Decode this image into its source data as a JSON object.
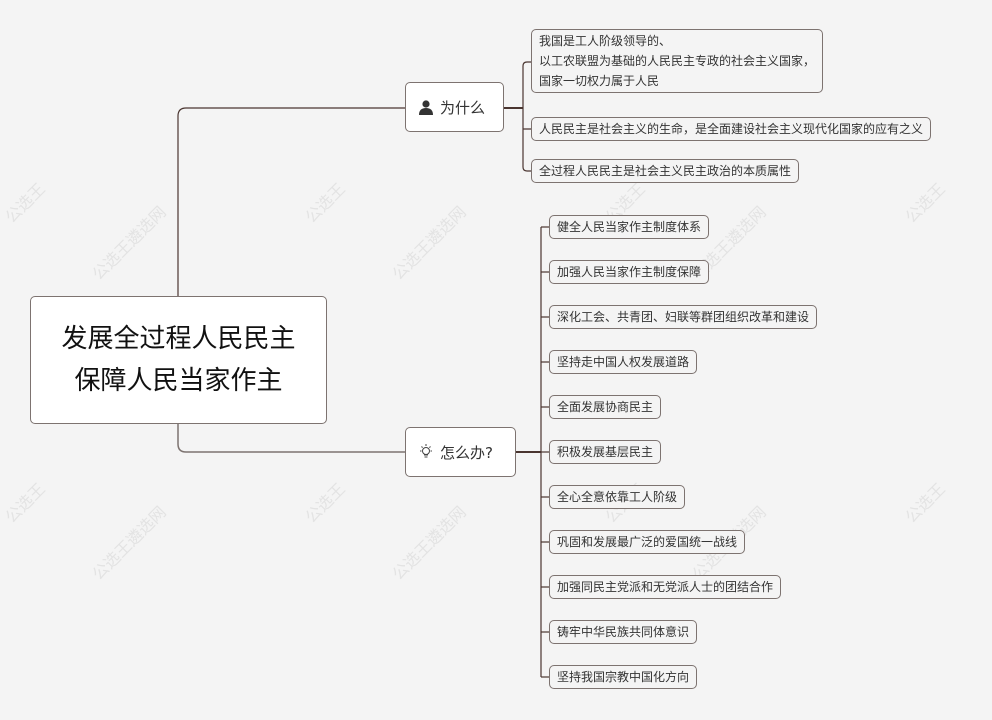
{
  "watermark": [
    "公选王",
    "公选王遴选网"
  ],
  "root": {
    "line1": "发展全过程人民民主",
    "line2": "保障人民当家作主"
  },
  "why": {
    "label": "为什么",
    "icon": "person-icon",
    "items": [
      {
        "lines": [
          "我国是工人阶级领导的、",
          "以工农联盟为基础的人民民主专政的社会主义国家，",
          "国家一切权力属于人民"
        ]
      },
      {
        "lines": [
          "人民民主是社会主义的生命，是全面建设社会主义现代化国家的应有之义"
        ]
      },
      {
        "lines": [
          "全过程人民民主是社会主义民主政治的本质属性"
        ]
      }
    ]
  },
  "how": {
    "label": "怎么办?",
    "icon": "lightbulb-icon",
    "items": [
      "健全人民当家作主制度体系",
      "加强人民当家作主制度保障",
      "深化工会、共青团、妇联等群团组织改革和建设",
      "坚持走中国人权发展道路",
      "全面发展协商民主",
      "积极发展基层民主",
      "全心全意依靠工人阶级",
      "巩固和发展最广泛的爱国统一战线",
      "加强同民主党派和无党派人士的团结合作",
      "铸牢中华民族共同体意识",
      "坚持我国宗教中国化方向"
    ]
  },
  "colors": {
    "line": "#4a3530",
    "border": "#7d7370",
    "background": "#f4f4f4"
  }
}
